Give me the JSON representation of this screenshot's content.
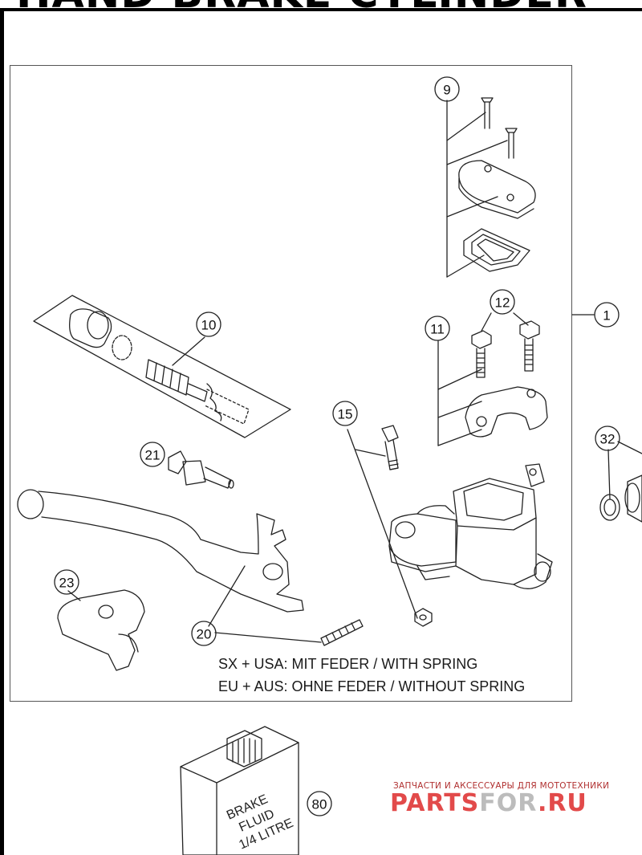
{
  "title": "HAND BRAKE CYLINDER",
  "callouts": {
    "c1": "1",
    "c9": "9",
    "c10": "10",
    "c11": "11",
    "c12": "12",
    "c15": "15",
    "c20": "20",
    "c21": "21",
    "c23": "23",
    "c32": "32",
    "c80": "80"
  },
  "notes": {
    "sx": "SX + USA:  MIT FEDER / WITH SPRING",
    "eu": "EU + AUS:  OHNE FEDER / WITHOUT SPRING"
  },
  "bottle_label": [
    "BRAKE",
    "FLUID",
    "1/4 LITRE"
  ],
  "watermark": {
    "tagline": "ЗАПЧАСТИ И АКСЕССУАРЫ ДЛЯ МОТОТЕХНИКИ",
    "logo_a": "PARTS",
    "logo_b": "FOR",
    "logo_c": ".RU"
  }
}
